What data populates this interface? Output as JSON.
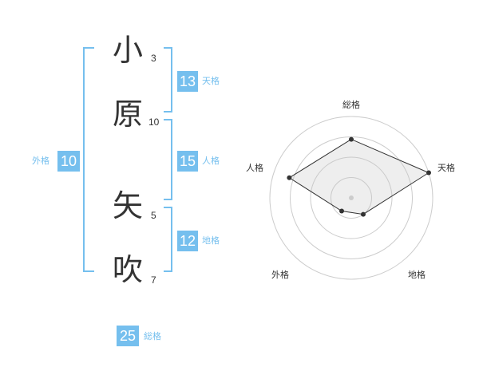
{
  "name": {
    "chars": [
      {
        "char": "小",
        "strokes": "3"
      },
      {
        "char": "原",
        "strokes": "10"
      },
      {
        "char": "矢",
        "strokes": "5"
      },
      {
        "char": "吹",
        "strokes": "7"
      }
    ]
  },
  "fortunes": {
    "tenkaku": {
      "value": "13",
      "label": "天格"
    },
    "jinkaku": {
      "value": "15",
      "label": "人格"
    },
    "chikaku": {
      "value": "12",
      "label": "地格"
    },
    "gaikaku": {
      "value": "10",
      "label": "外格"
    },
    "soukaku": {
      "value": "25",
      "label": "総格"
    }
  },
  "colors": {
    "accent": "#75bfee",
    "text": "#333333",
    "radar_fill": "#f0f0f0",
    "radar_grid": "#cccccc"
  },
  "chart_data": {
    "type": "radar",
    "axes": [
      "総格",
      "天格",
      "地格",
      "外格",
      "人格"
    ],
    "values": [
      0.72,
      1.0,
      0.25,
      0.2,
      0.8
    ],
    "range": [
      0,
      1
    ],
    "rings": 4
  }
}
